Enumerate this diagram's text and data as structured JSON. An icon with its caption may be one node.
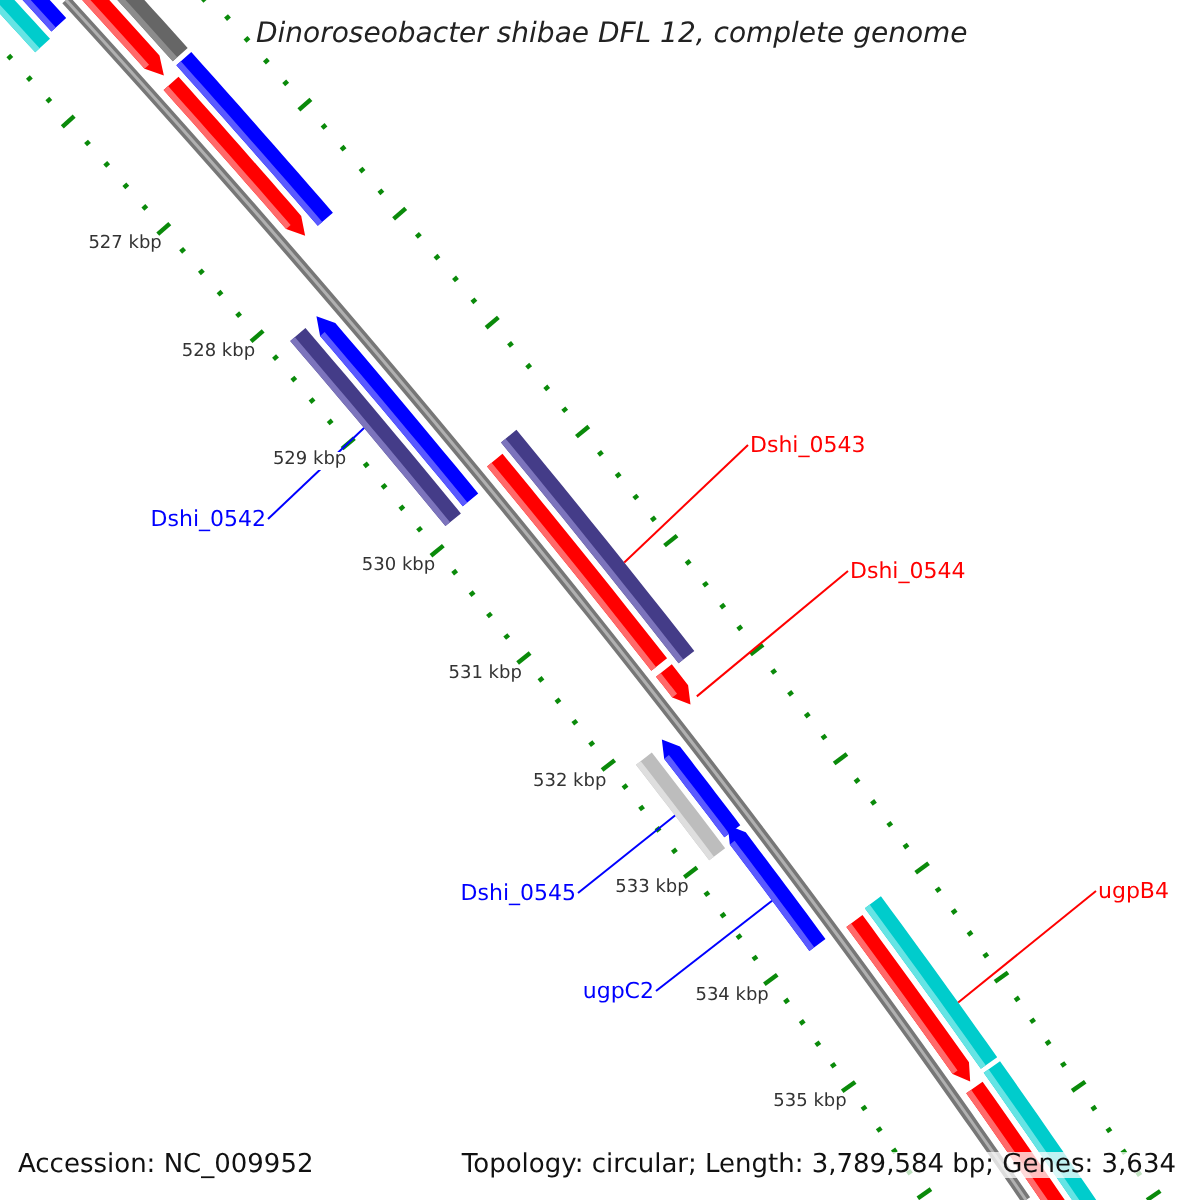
{
  "diagram": {
    "title": "Dinoroseobacter shibae DFL 12, complete genome",
    "nodes": [
      {
        "text": [
          "Dshi_0543"
        ]
      },
      {
        "text": [
          "Dshi_0542"
        ]
      },
      {
        "text": [
          "Dshi_0544"
        ]
      },
      {
        "text": [
          "ugpB4"
        ]
      },
      {
        "text": [
          "Dshi_0545"
        ]
      },
      {
        "text": [
          "ugpC2"
        ]
      },
      {
        "text": [],
        "shape": "bar"
      },
      {
        "text": [],
        "shape": "bar"
      },
      {
        "text": [],
        "shape": "bar"
      },
      {
        "text": [],
        "shape": "bar"
      },
      {
        "text": [],
        "shape": "bar"
      },
      {
        "text": [],
        "shape": "bar"
      }
    ],
    "edges": [
      {
        "from": 0,
        "to": 7,
        "arrow": "none",
        "color": "#ff0000"
      },
      {
        "from": 1,
        "to": 6,
        "arrow": "none",
        "color": "#0000ff"
      },
      {
        "from": 2,
        "to": 8,
        "arrow": "none",
        "color": "#ff0000"
      },
      {
        "from": 3,
        "to": 11,
        "arrow": "none",
        "color": "#ff0000"
      },
      {
        "from": 4,
        "to": 9,
        "arrow": "none",
        "color": "#0000ff"
      },
      {
        "from": 5,
        "to": 10,
        "arrow": "none",
        "color": "#0000ff"
      }
    ],
    "labels": [
      "527 kbp",
      "528 kbp",
      "529 kbp",
      "530 kbp",
      "531 kbp",
      "532 kbp",
      "533 kbp",
      "534 kbp",
      "535 kbp",
      "Accession: NC_009952",
      "Topology: circular; Length: 3,789,584 bp; Genes: 3,634"
    ]
  }
}
